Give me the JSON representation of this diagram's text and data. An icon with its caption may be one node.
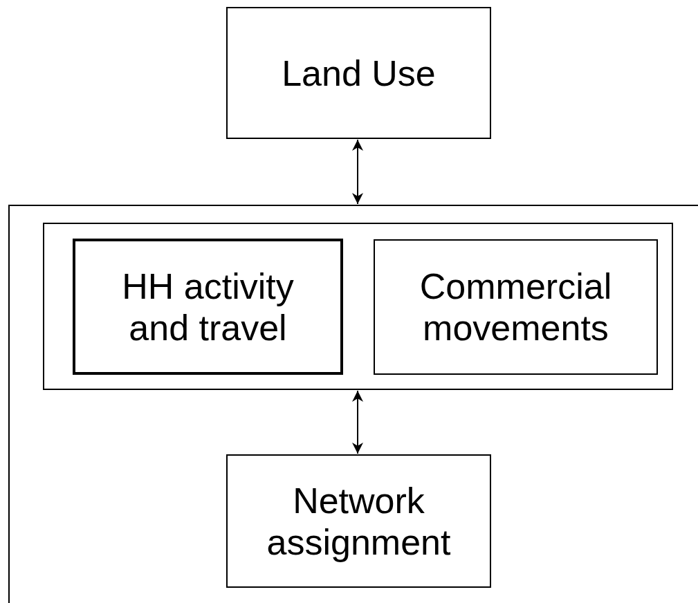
{
  "diagram": {
    "nodes": [
      {
        "text": [
          "Land Use"
        ]
      },
      {
        "text": [],
        "shape": "box"
      },
      {
        "text": [],
        "shape": "box",
        "in": 1
      },
      {
        "text": [
          "HH activity and travel"
        ],
        "in": 2
      },
      {
        "text": [
          "Commercial movements"
        ],
        "in": 2
      },
      {
        "text": [
          "Network assignment"
        ],
        "in": 1
      }
    ],
    "edges": [
      {
        "from": 0,
        "to": 1,
        "arrow": "both"
      },
      {
        "from": 2,
        "to": 5,
        "arrow": "both"
      }
    ]
  }
}
